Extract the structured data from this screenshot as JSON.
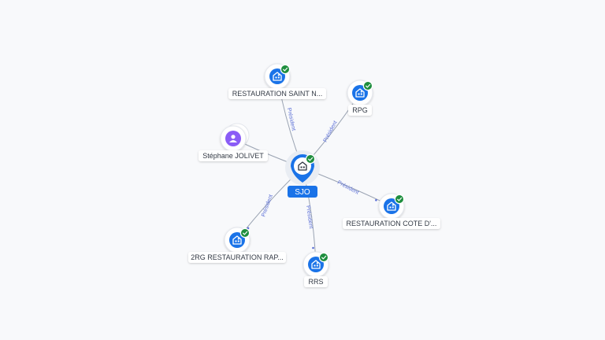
{
  "center": {
    "label": "SJO",
    "icon": "building-icon",
    "verified": true,
    "color": "#1a73e8"
  },
  "nodes": [
    {
      "id": "rsn",
      "label": "RESTAURATION SAINT N...",
      "type": "company",
      "icon": "building-icon",
      "verified": true
    },
    {
      "id": "rpg",
      "label": "RPG",
      "type": "company",
      "icon": "building-icon",
      "verified": true
    },
    {
      "id": "sj",
      "label": "Stéphane JOLIVET",
      "type": "person",
      "icon": "person-icon",
      "verified": false
    },
    {
      "id": "rcd",
      "label": "RESTAURATION COTE D'...",
      "type": "company",
      "icon": "building-icon",
      "verified": true
    },
    {
      "id": "rg2",
      "label": "2RG RESTAURATION RAP...",
      "type": "company",
      "icon": "building-icon",
      "verified": true
    },
    {
      "id": "rrs",
      "label": "RRS",
      "type": "company",
      "icon": "building-icon",
      "verified": true
    }
  ],
  "edges": [
    {
      "from": "center",
      "to": "rsn",
      "label": "Président"
    },
    {
      "from": "center",
      "to": "rpg",
      "label": "Président"
    },
    {
      "from": "sj",
      "to": "center",
      "label": ""
    },
    {
      "from": "center",
      "to": "rcd",
      "label": "Président"
    },
    {
      "from": "center",
      "to": "rg2",
      "label": "Président"
    },
    {
      "from": "center",
      "to": "rrs",
      "label": "Président"
    }
  ],
  "colors": {
    "company": "#1a73e8",
    "person": "#8a5cf6",
    "verified": "#1e8e3e",
    "edge": "#9aa3b2",
    "edge_label": "#5b6fd6"
  }
}
